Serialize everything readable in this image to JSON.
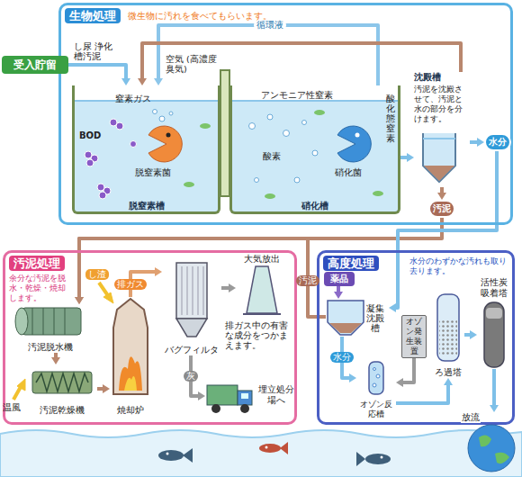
{
  "diagram": {
    "nodes": [
      {
        "text": [
          "生物処理",
          "微生物に汚れを食べてもらいます。"
        ]
      },
      {
        "text": [
          "受入貯留"
        ]
      },
      {
        "text": [
          "脱窒素槽"
        ],
        "in": 0
      },
      {
        "text": [
          "硝化槽"
        ],
        "in": 0
      },
      {
        "text": [
          "沈殿槽",
          "汚泥を沈殿させて、汚泥と水の部分を分けます。"
        ],
        "in": 0
      },
      {
        "text": [
          "水分"
        ]
      },
      {
        "text": [
          "汚泥"
        ]
      },
      {
        "text": [
          "汚泥処理",
          "余分な汚泥を脱水・乾燥・焼却します。"
        ]
      },
      {
        "text": [
          "汚泥脱水機"
        ],
        "in": 7
      },
      {
        "text": [
          "汚泥乾燥機"
        ],
        "in": 7
      },
      {
        "text": [
          "焼却炉"
        ],
        "in": 7
      },
      {
        "text": [
          "バグフィルタ"
        ],
        "in": 7
      },
      {
        "text": [
          "大気放出"
        ],
        "in": 7
      },
      {
        "text": [
          "埋立処分場へ"
        ],
        "in": 7
      },
      {
        "text": [
          "高度処理",
          "水分のわずかな汚れも取り去ります。"
        ]
      },
      {
        "text": [
          "薬品"
        ],
        "in": 14
      },
      {
        "text": [
          "凝集沈殿槽"
        ],
        "in": 14
      },
      {
        "text": [
          "オゾン発生装置"
        ],
        "in": 14
      },
      {
        "text": [
          "オゾン反応槽"
        ],
        "in": 14
      },
      {
        "text": [
          "ろ過塔"
        ],
        "in": 14
      },
      {
        "text": [
          "活性炭吸着塔"
        ],
        "in": 14
      },
      {
        "text": [
          "放流"
        ]
      }
    ],
    "edges": [
      {
        "from": 1,
        "to": 2,
        "arrow": "to"
      },
      {
        "from": 3,
        "to": 2,
        "label": "循環液",
        "arrow": "to"
      },
      {
        "from": 4,
        "to": 2,
        "arrow": "to"
      },
      {
        "from": 3,
        "to": 4,
        "arrow": "to"
      },
      {
        "from": 4,
        "to": 5,
        "arrow": "to"
      },
      {
        "from": 4,
        "to": 6,
        "arrow": "to"
      },
      {
        "from": 6,
        "to": 8,
        "arrow": "to"
      },
      {
        "from": 5,
        "to": 16,
        "arrow": "to"
      },
      {
        "from": 16,
        "to": 8,
        "label": "汚泥",
        "arrow": "to"
      },
      {
        "from": 8,
        "to": 9,
        "arrow": "to"
      },
      {
        "from": 9,
        "to": 10,
        "arrow": "to"
      },
      {
        "from": 10,
        "to": 11,
        "label": "排ガス",
        "arrow": "to"
      },
      {
        "from": 11,
        "to": 12,
        "arrow": "to"
      },
      {
        "from": 11,
        "to": 13,
        "label": "灰",
        "arrow": "to"
      },
      {
        "from": 15,
        "to": 16,
        "arrow": "to"
      },
      {
        "from": 16,
        "to": 18,
        "label": "水分",
        "arrow": "to"
      },
      {
        "from": 17,
        "to": 18,
        "arrow": "to"
      },
      {
        "from": 18,
        "to": 19,
        "arrow": "to"
      },
      {
        "from": 19,
        "to": 20,
        "arrow": "to"
      },
      {
        "from": 20,
        "to": 21,
        "arrow": "to"
      }
    ],
    "labels": [
      "し尿 浄化槽汚泥",
      "空気 (高濃度臭気)",
      "窒素ガス",
      "BOD",
      "脱窒素菌",
      "アンモニア性窒素",
      "酸素",
      "硝化菌",
      "酸化態窒素",
      "し渣",
      "温風",
      "排ガス中の有害な成分をつかまえます。"
    ]
  }
}
